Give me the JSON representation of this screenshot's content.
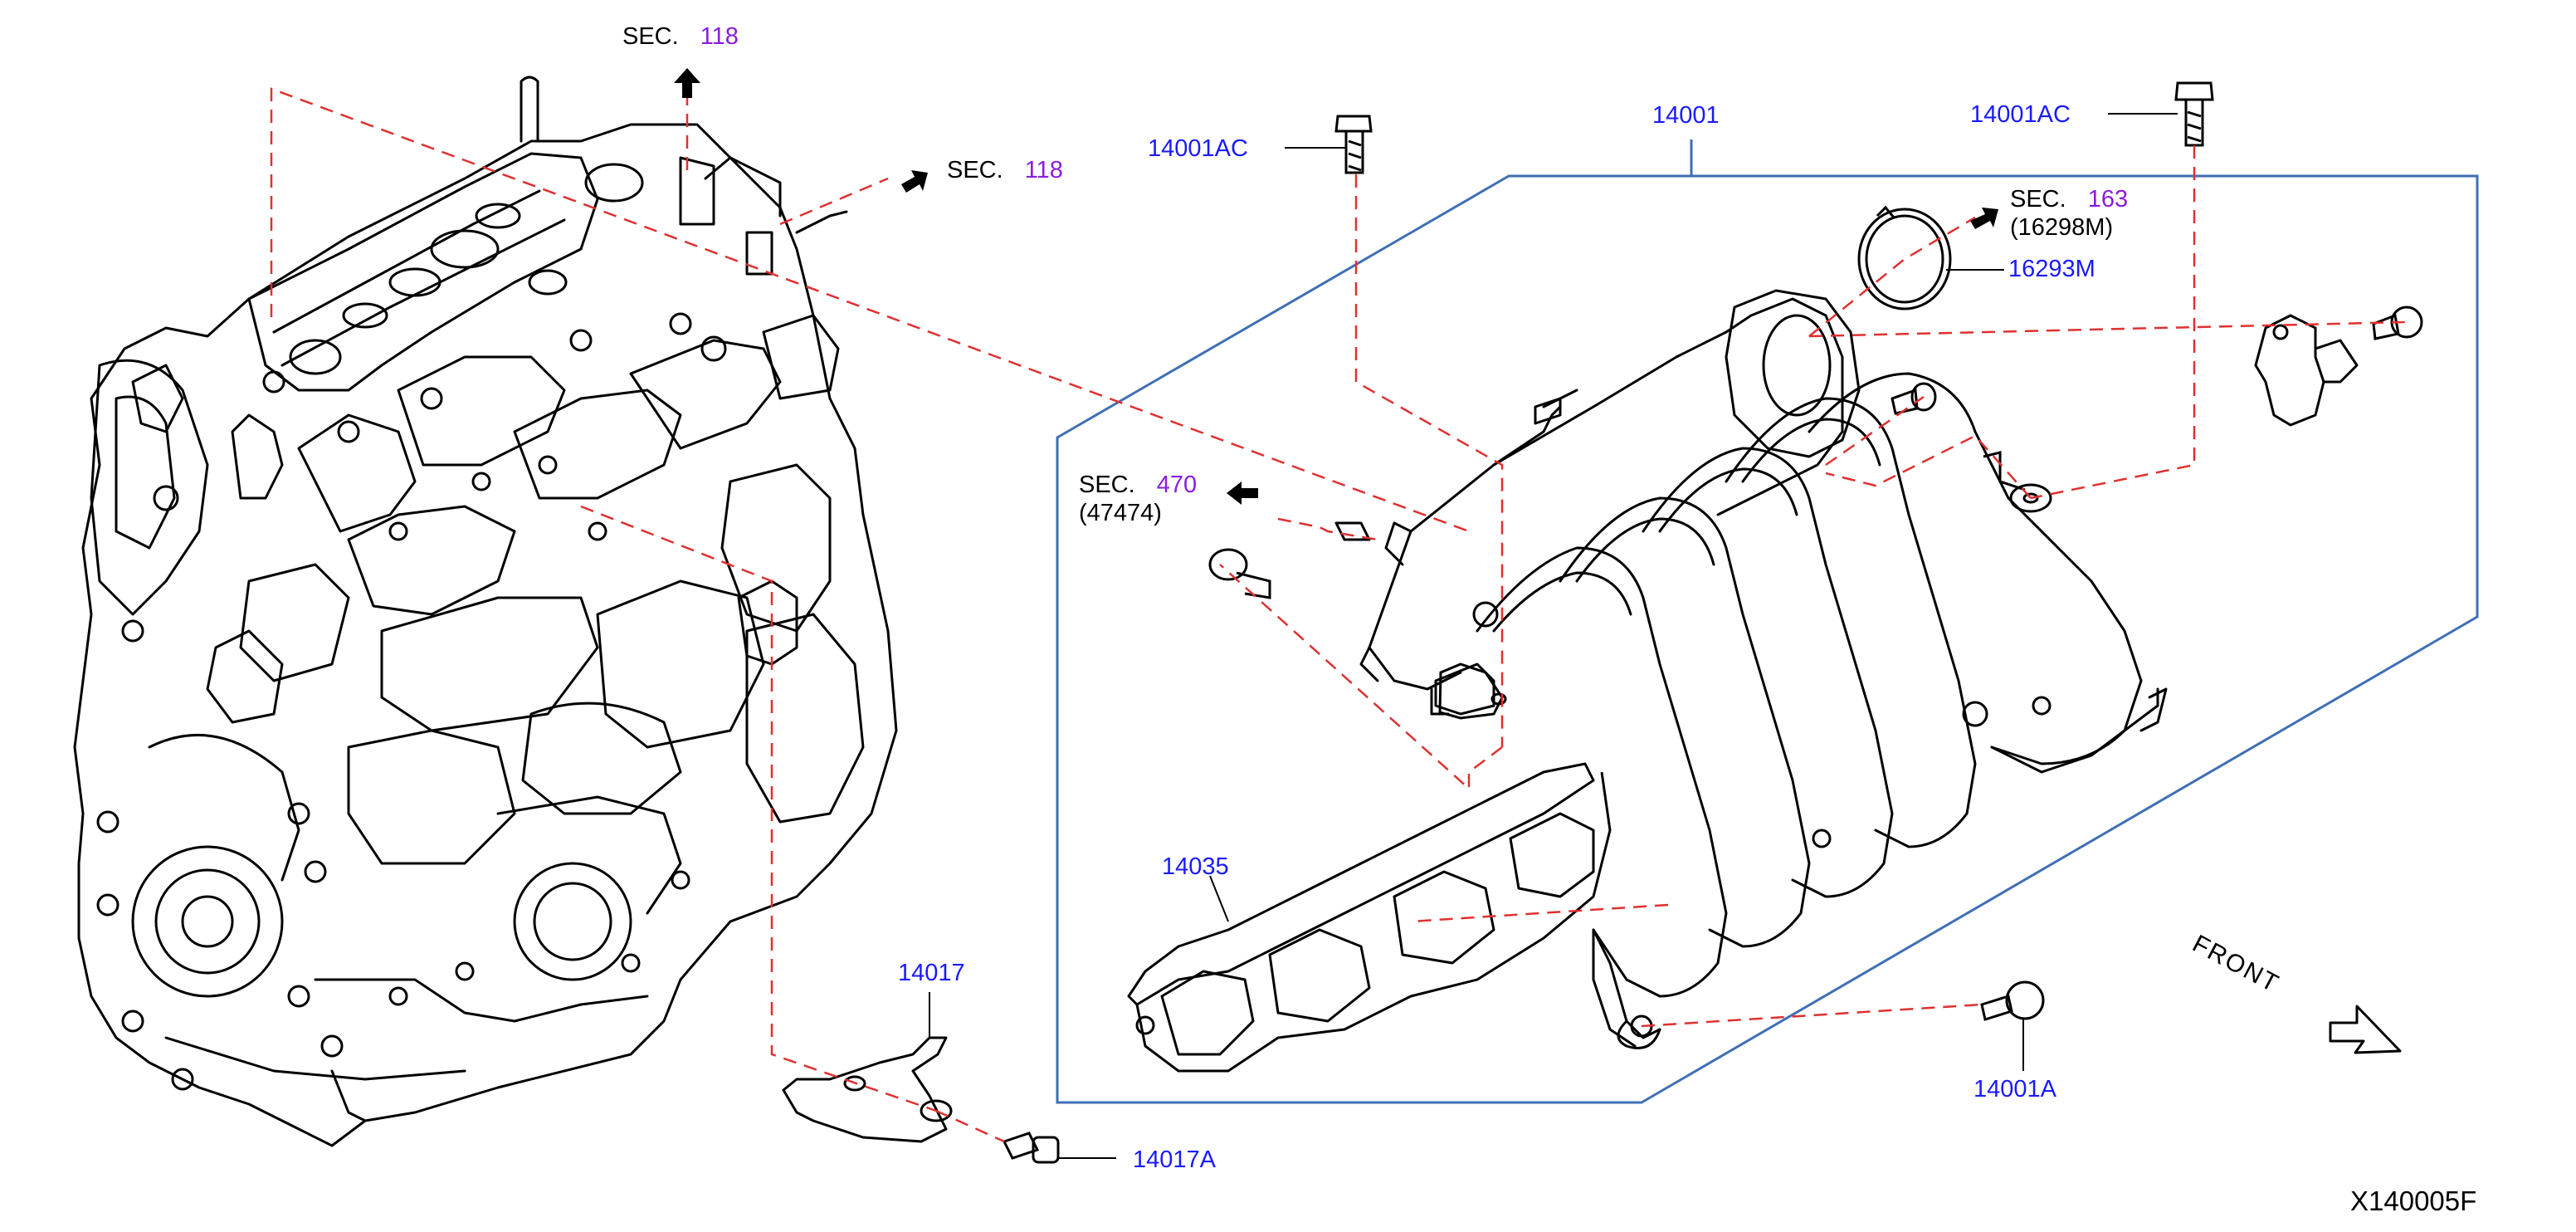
{
  "diagram_id": "X140005F",
  "front_label": "FRONT",
  "parts": {
    "p14001": "14001",
    "p14001AC_left": "14001AC",
    "p14001AC_right": "14001AC",
    "p16293M": "16293M",
    "p14035": "14035",
    "p14017": "14017",
    "p14017A": "14017A",
    "p14001A": "14001A"
  },
  "sections": {
    "sec118_top": {
      "prefix": "SEC.",
      "number": "118"
    },
    "sec118_right": {
      "prefix": "SEC.",
      "number": "118"
    },
    "sec163": {
      "prefix": "SEC.",
      "number": "163",
      "sub": "(16298M)"
    },
    "sec470": {
      "prefix": "SEC.",
      "number": "470",
      "sub": "(47474)"
    }
  },
  "colors": {
    "part_label": "#1a1aff",
    "section_number": "#8a1dde",
    "leader_dashed": "#e03030",
    "frame": "#3f6fb5",
    "outline": "#000000"
  }
}
